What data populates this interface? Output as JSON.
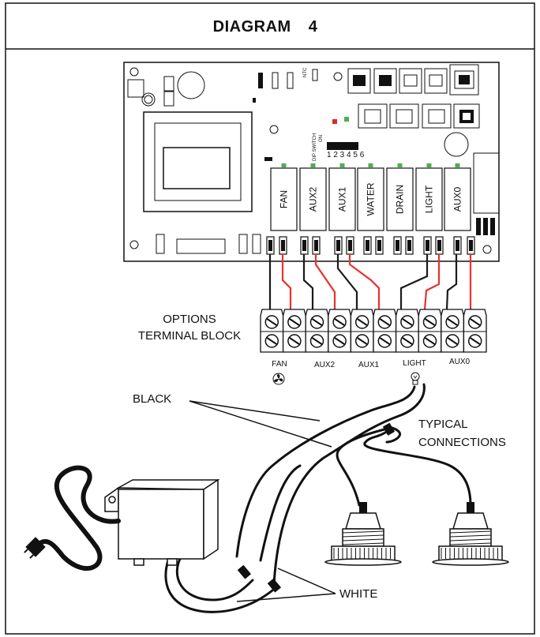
{
  "title": "DIAGRAM",
  "title_number": "4",
  "board": {
    "ntc_label": "NTC",
    "dip_switch_label": "DIP SWITCH",
    "dip_on_label": "ON",
    "dip_numbers": "1 2 3 4 5 6",
    "relays": [
      "FAN",
      "AUX2",
      "AUX1",
      "WATER",
      "DRAIN",
      "LIGHT",
      "AUX0"
    ]
  },
  "terminal_block": {
    "title_line1": "OPTIONS",
    "title_line2": "TERMINAL BLOCK",
    "labels": [
      "FAN",
      "AUX2",
      "AUX1",
      "LIGHT",
      "AUX0"
    ]
  },
  "callouts": {
    "black": "BLACK",
    "typical_line1": "TYPICAL",
    "typical_line2": "CONNECTIONS",
    "white": "WHITE"
  },
  "colors": {
    "wire_black": "#1a1a1a",
    "wire_red": "#e8312f",
    "led_green": "#4caf50",
    "led_red": "#d32f2f",
    "line": "#111111"
  }
}
